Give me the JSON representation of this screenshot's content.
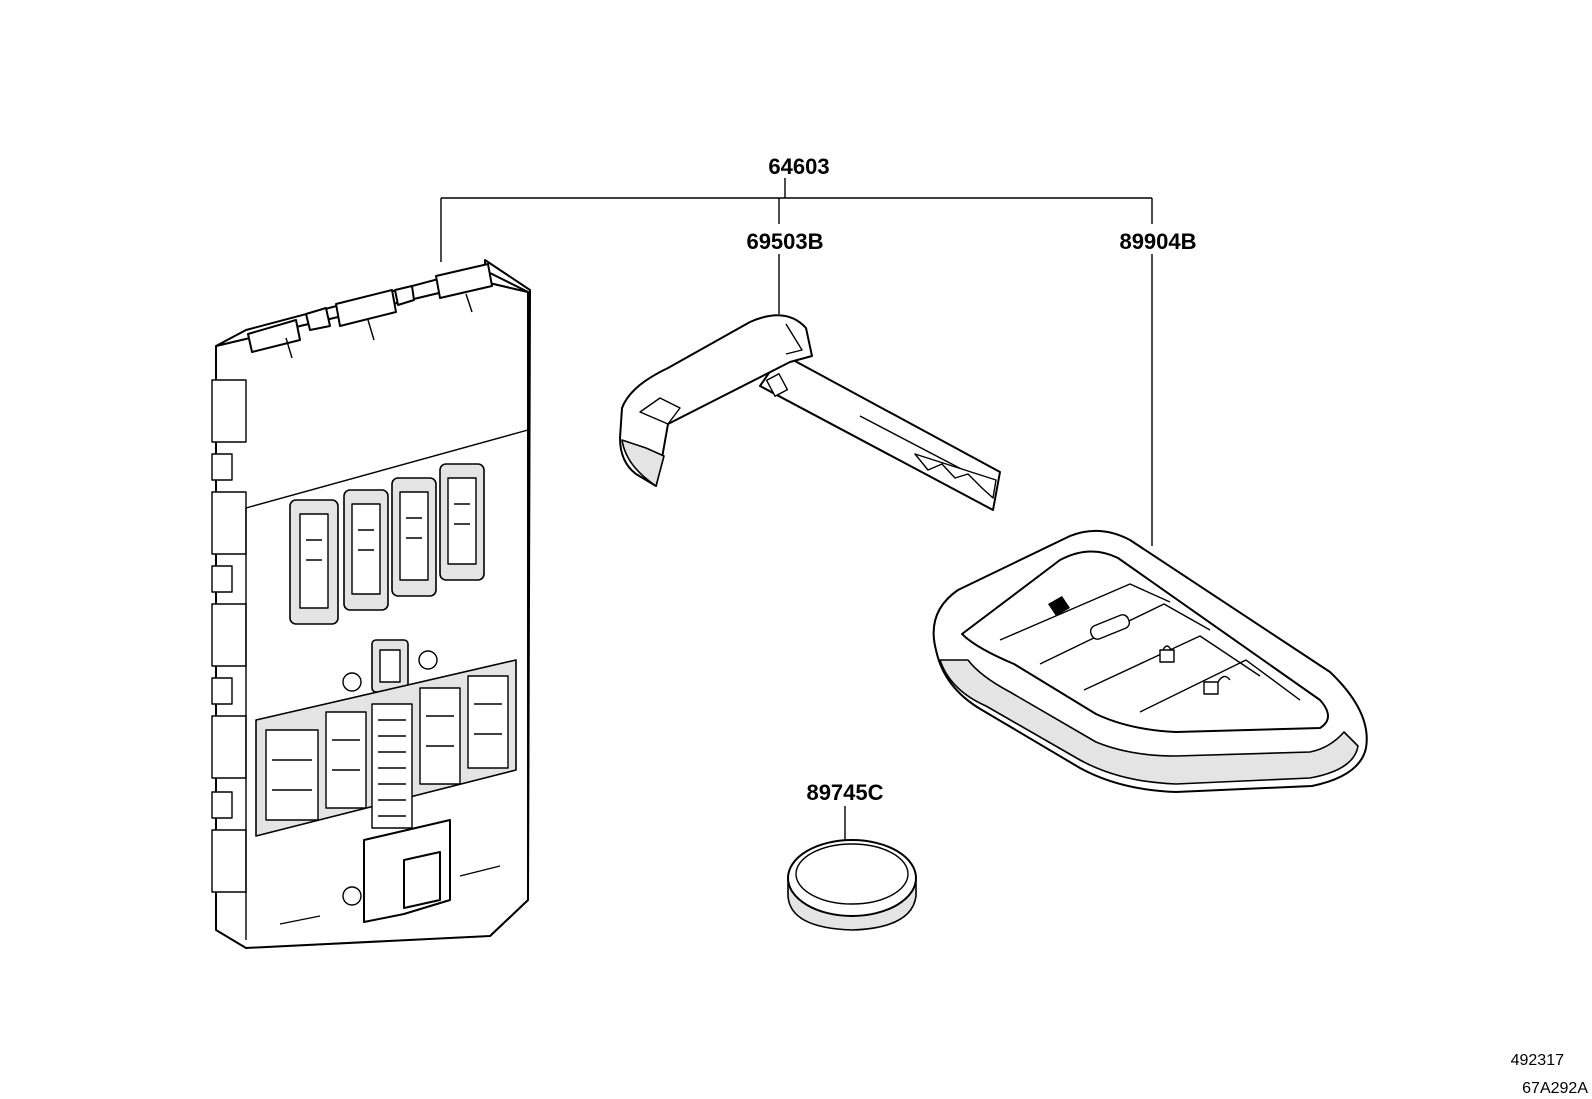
{
  "labels": {
    "assembly": "64603",
    "key_blade": "69503B",
    "transmitter": "89904B",
    "battery": "89745C"
  },
  "footer": {
    "ref_number": "492317",
    "figure_code": "67A292A"
  },
  "colors": {
    "line": "#000000",
    "background": "#ffffff",
    "shade": "#e4e4e4"
  }
}
